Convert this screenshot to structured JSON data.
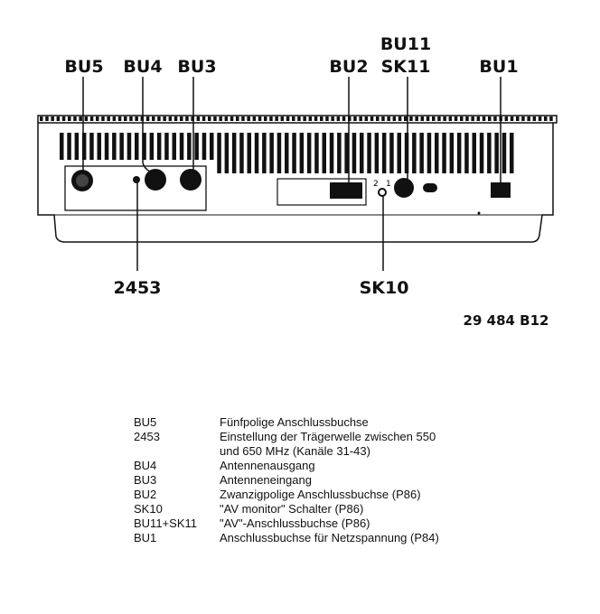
{
  "callouts": {
    "bu5": "BU5",
    "bu4": "BU4",
    "bu3": "BU3",
    "bu2": "BU2",
    "bu11": "BU11",
    "sk11": "SK11",
    "bu1": "BU1",
    "r2453": "2453",
    "sk10": "SK10",
    "switch_pos_2": "2",
    "switch_pos_1": "1"
  },
  "figure_ref": "29 484 B12",
  "legend": [
    {
      "code": "BU5",
      "desc": "Fünfpolige Anschlussbuchse"
    },
    {
      "code": "2453",
      "desc": "Einstellung der Trägerwelle zwischen 550"
    },
    {
      "code": "",
      "desc": "und 650 MHz (Kanäle 31-43)"
    },
    {
      "code": "BU4",
      "desc": "Antennenausgang"
    },
    {
      "code": "BU3",
      "desc": "Antenneneingang"
    },
    {
      "code": "BU2",
      "desc": "Zwanzigpolige Anschlussbuchse (P86)"
    },
    {
      "code": "SK10",
      "desc": "\"AV monitor\" Schalter (P86)"
    },
    {
      "code": "BU11+SK11",
      "desc": "\"AV\"-Anschlussbuchse (P86)"
    },
    {
      "code": "BU1",
      "desc": "Anschlussbuchse für Netzspannung (P84)"
    }
  ]
}
